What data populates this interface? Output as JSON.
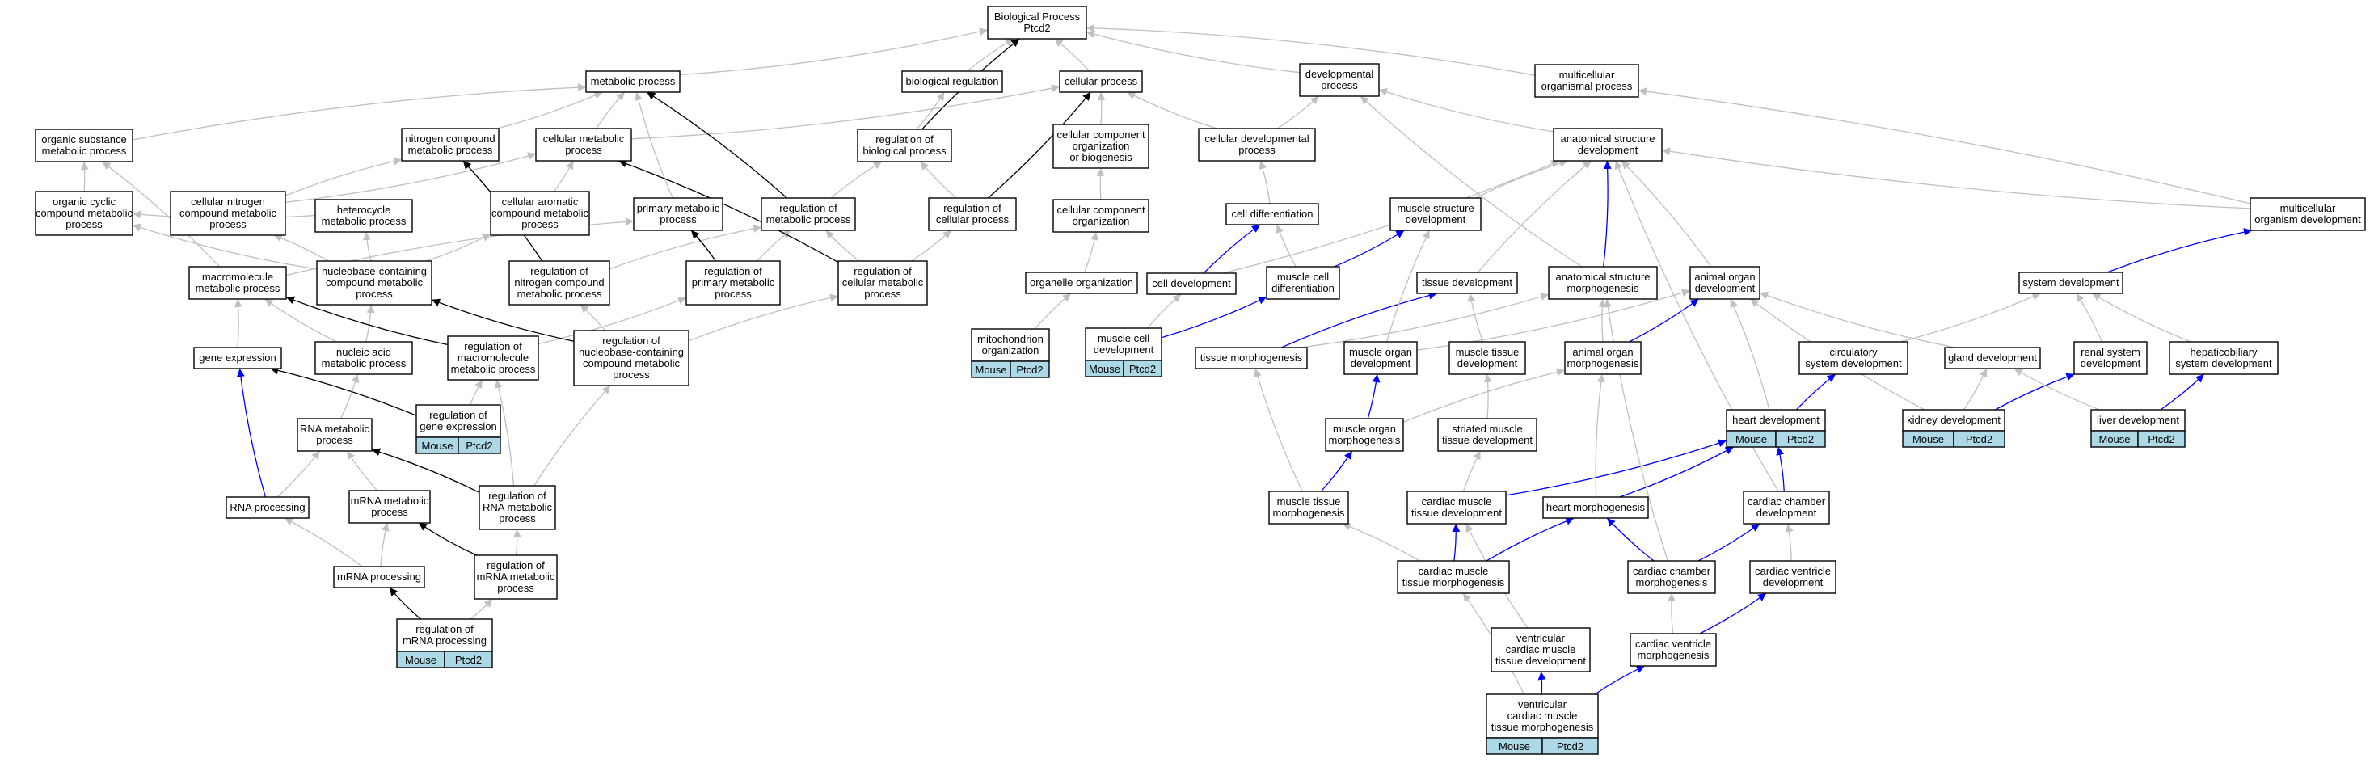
{
  "colors": {
    "is_a": "#c0c0c0",
    "regulates": "#000000",
    "part_of": "#0000ff",
    "annotation_fill": "#add8e6"
  },
  "nodes": [
    {
      "id": "bp",
      "lines": [
        "Biological Process",
        "Ptcd2"
      ]
    },
    {
      "id": "metabolic",
      "lines": [
        "metabolic process"
      ]
    },
    {
      "id": "bioreg",
      "lines": [
        "biological regulation"
      ]
    },
    {
      "id": "cellproc",
      "lines": [
        "cellular process"
      ]
    },
    {
      "id": "devproc",
      "lines": [
        "developmental",
        "process"
      ]
    },
    {
      "id": "multiproc",
      "lines": [
        "multicellular",
        "organismal process"
      ]
    },
    {
      "id": "orgsub",
      "lines": [
        "organic substance",
        "metabolic process"
      ]
    },
    {
      "id": "nitcomp",
      "lines": [
        "nitrogen compound",
        "metabolic process"
      ]
    },
    {
      "id": "cellmet",
      "lines": [
        "cellular metabolic",
        "process"
      ]
    },
    {
      "id": "regbio",
      "lines": [
        "regulation of",
        "biological process"
      ]
    },
    {
      "id": "ccorg",
      "lines": [
        "cellular component",
        "organization",
        "or biogenesis"
      ]
    },
    {
      "id": "celldevproc",
      "lines": [
        "cellular developmental",
        "process"
      ]
    },
    {
      "id": "anatdev",
      "lines": [
        "anatomical structure",
        "development"
      ]
    },
    {
      "id": "orgcyc",
      "lines": [
        "organic cyclic",
        "compound metabolic",
        "process"
      ]
    },
    {
      "id": "cellnit",
      "lines": [
        "cellular nitrogen",
        "compound metabolic",
        "process"
      ]
    },
    {
      "id": "hetero",
      "lines": [
        "heterocycle",
        "metabolic process"
      ]
    },
    {
      "id": "cellarom",
      "lines": [
        "cellular aromatic",
        "compound metabolic",
        "process"
      ]
    },
    {
      "id": "primmet",
      "lines": [
        "primary metabolic",
        "process"
      ]
    },
    {
      "id": "regmet",
      "lines": [
        "regulation of",
        "metabolic process"
      ]
    },
    {
      "id": "regcell",
      "lines": [
        "regulation of",
        "cellular process"
      ]
    },
    {
      "id": "ccorg2",
      "lines": [
        "cellular component",
        "organization"
      ]
    },
    {
      "id": "celldiff",
      "lines": [
        "cell differentiation"
      ]
    },
    {
      "id": "musstructdev",
      "lines": [
        "muscle structure",
        "development"
      ]
    },
    {
      "id": "multidev",
      "lines": [
        "multicellular",
        "organism development"
      ]
    },
    {
      "id": "macro",
      "lines": [
        "macromolecule",
        "metabolic process"
      ]
    },
    {
      "id": "nucbase",
      "lines": [
        "nucleobase-containing",
        "compound metabolic",
        "process"
      ]
    },
    {
      "id": "regnit",
      "lines": [
        "regulation of",
        "nitrogen compound",
        "metabolic process"
      ]
    },
    {
      "id": "regprim",
      "lines": [
        "regulation of",
        "primary metabolic",
        "process"
      ]
    },
    {
      "id": "regcellmet",
      "lines": [
        "regulation of",
        "cellular metabolic",
        "process"
      ]
    },
    {
      "id": "organelle",
      "lines": [
        "organelle organization"
      ]
    },
    {
      "id": "celldev",
      "lines": [
        "cell development"
      ]
    },
    {
      "id": "muscelldiff",
      "lines": [
        "muscle cell",
        "differentiation"
      ]
    },
    {
      "id": "tissuedev",
      "lines": [
        "tissue development"
      ]
    },
    {
      "id": "anatmorph",
      "lines": [
        "anatomical structure",
        "morphogenesis"
      ]
    },
    {
      "id": "animorgdev",
      "lines": [
        "animal organ",
        "development"
      ]
    },
    {
      "id": "sysdev",
      "lines": [
        "system development"
      ]
    },
    {
      "id": "geneexp",
      "lines": [
        "gene expression"
      ]
    },
    {
      "id": "nucacid",
      "lines": [
        "nucleic acid",
        "metabolic process"
      ]
    },
    {
      "id": "regmacro",
      "lines": [
        "regulation of",
        "macromolecule",
        "metabolic process"
      ]
    },
    {
      "id": "regnucbase",
      "lines": [
        "regulation of",
        "nucleobase-containing",
        "compound metabolic",
        "process"
      ]
    },
    {
      "id": "mito",
      "lines": [
        "mitochondrion",
        "organization"
      ],
      "tags": [
        "Mouse",
        "Ptcd2"
      ]
    },
    {
      "id": "muscelldev",
      "lines": [
        "muscle cell",
        "development"
      ],
      "tags": [
        "Mouse",
        "Ptcd2"
      ]
    },
    {
      "id": "tissuemorph",
      "lines": [
        "tissue morphogenesis"
      ]
    },
    {
      "id": "musorgdev",
      "lines": [
        "muscle organ",
        "development"
      ]
    },
    {
      "id": "mustissuedev",
      "lines": [
        "muscle tissue",
        "development"
      ]
    },
    {
      "id": "animorgmorph",
      "lines": [
        "animal organ",
        "morphogenesis"
      ]
    },
    {
      "id": "circsys",
      "lines": [
        "circulatory",
        "system development"
      ]
    },
    {
      "id": "glanddev",
      "lines": [
        "gland development"
      ]
    },
    {
      "id": "renal",
      "lines": [
        "renal system",
        "development"
      ]
    },
    {
      "id": "hepato",
      "lines": [
        "hepaticobiliary",
        "system development"
      ]
    },
    {
      "id": "reggene",
      "lines": [
        "regulation of",
        "gene expression"
      ],
      "tags": [
        "Mouse",
        "Ptcd2"
      ]
    },
    {
      "id": "rnamet",
      "lines": [
        "RNA metabolic",
        "process"
      ]
    },
    {
      "id": "musorgmorph",
      "lines": [
        "muscle organ",
        "morphogenesis"
      ]
    },
    {
      "id": "striated",
      "lines": [
        "striated muscle",
        "tissue development"
      ]
    },
    {
      "id": "heartdev",
      "lines": [
        "heart development"
      ],
      "tags": [
        "Mouse",
        "Ptcd2"
      ]
    },
    {
      "id": "kidney",
      "lines": [
        "kidney development"
      ],
      "tags": [
        "Mouse",
        "Ptcd2"
      ]
    },
    {
      "id": "liver",
      "lines": [
        "liver development"
      ],
      "tags": [
        "Mouse",
        "Ptcd2"
      ]
    },
    {
      "id": "rnaproc",
      "lines": [
        "RNA processing"
      ]
    },
    {
      "id": "mrnamet",
      "lines": [
        "mRNA metabolic",
        "process"
      ]
    },
    {
      "id": "regrna",
      "lines": [
        "regulation of",
        "RNA metabolic",
        "process"
      ]
    },
    {
      "id": "mustissuemorph",
      "lines": [
        "muscle tissue",
        "morphogenesis"
      ]
    },
    {
      "id": "cardmustissue",
      "lines": [
        "cardiac muscle",
        "tissue development"
      ]
    },
    {
      "id": "heartmorph",
      "lines": [
        "heart morphogenesis"
      ]
    },
    {
      "id": "cardchamdev",
      "lines": [
        "cardiac chamber",
        "development"
      ]
    },
    {
      "id": "mrnaproc",
      "lines": [
        "mRNA processing"
      ]
    },
    {
      "id": "regmrnamet",
      "lines": [
        "regulation of",
        "mRNA metabolic",
        "process"
      ]
    },
    {
      "id": "cardmusmorph",
      "lines": [
        "cardiac muscle",
        "tissue morphogenesis"
      ]
    },
    {
      "id": "cardchammorph",
      "lines": [
        "cardiac chamber",
        "morphogenesis"
      ]
    },
    {
      "id": "cardventdev",
      "lines": [
        "cardiac ventricle",
        "development"
      ]
    },
    {
      "id": "regmrnaproc",
      "lines": [
        "regulation of",
        "mRNA processing"
      ],
      "tags": [
        "Mouse",
        "Ptcd2"
      ]
    },
    {
      "id": "ventcardtissuedev",
      "lines": [
        "ventricular",
        "cardiac muscle",
        "tissue development"
      ]
    },
    {
      "id": "cardventmorph",
      "lines": [
        "cardiac ventricle",
        "morphogenesis"
      ]
    },
    {
      "id": "ventcardmorph",
      "lines": [
        "ventricular",
        "cardiac muscle",
        "tissue morphogenesis"
      ],
      "tags": [
        "Mouse",
        "Ptcd2"
      ]
    }
  ],
  "edges": [
    {
      "from": "metabolic",
      "to": "bp",
      "kind": "is_a"
    },
    {
      "from": "bioreg",
      "to": "bp",
      "kind": "is_a"
    },
    {
      "from": "cellproc",
      "to": "bp",
      "kind": "is_a"
    },
    {
      "from": "devproc",
      "to": "bp",
      "kind": "is_a"
    },
    {
      "from": "multiproc",
      "to": "bp",
      "kind": "is_a"
    },
    {
      "from": "regbio",
      "to": "bp",
      "kind": "regulates"
    },
    {
      "from": "regbio",
      "to": "bioreg",
      "kind": "is_a"
    },
    {
      "from": "orgsub",
      "to": "metabolic",
      "kind": "is_a"
    },
    {
      "from": "nitcomp",
      "to": "metabolic",
      "kind": "is_a"
    },
    {
      "from": "cellmet",
      "to": "metabolic",
      "kind": "is_a"
    },
    {
      "from": "cellmet",
      "to": "cellproc",
      "kind": "is_a"
    },
    {
      "from": "primmet",
      "to": "metabolic",
      "kind": "is_a"
    },
    {
      "from": "regmet",
      "to": "metabolic",
      "kind": "regulates"
    },
    {
      "from": "regmet",
      "to": "regbio",
      "kind": "is_a"
    },
    {
      "from": "regcell",
      "to": "cellproc",
      "kind": "regulates"
    },
    {
      "from": "regcell",
      "to": "regbio",
      "kind": "is_a"
    },
    {
      "from": "ccorg",
      "to": "cellproc",
      "kind": "is_a"
    },
    {
      "from": "celldevproc",
      "to": "cellproc",
      "kind": "is_a"
    },
    {
      "from": "celldevproc",
      "to": "devproc",
      "kind": "is_a"
    },
    {
      "from": "anatdev",
      "to": "devproc",
      "kind": "is_a"
    },
    {
      "from": "multidev",
      "to": "multiproc",
      "kind": "is_a"
    },
    {
      "from": "multidev",
      "to": "anatdev",
      "kind": "is_a"
    },
    {
      "from": "orgcyc",
      "to": "orgsub",
      "kind": "is_a"
    },
    {
      "from": "cellnit",
      "to": "nitcomp",
      "kind": "is_a"
    },
    {
      "from": "cellnit",
      "to": "cellmet",
      "kind": "is_a"
    },
    {
      "from": "hetero",
      "to": "orgcyc",
      "kind": "is_a"
    },
    {
      "from": "cellarom",
      "to": "cellmet",
      "kind": "is_a"
    },
    {
      "from": "ccorg2",
      "to": "ccorg",
      "kind": "is_a"
    },
    {
      "from": "organelle",
      "to": "ccorg2",
      "kind": "is_a"
    },
    {
      "from": "mito",
      "to": "organelle",
      "kind": "is_a"
    },
    {
      "from": "celldiff",
      "to": "celldevproc",
      "kind": "is_a"
    },
    {
      "from": "celldev",
      "to": "celldiff",
      "kind": "part_of"
    },
    {
      "from": "celldev",
      "to": "anatdev",
      "kind": "is_a"
    },
    {
      "from": "muscelldiff",
      "to": "celldiff",
      "kind": "is_a"
    },
    {
      "from": "muscelldiff",
      "to": "musstructdev",
      "kind": "part_of"
    },
    {
      "from": "muscelldev",
      "to": "celldev",
      "kind": "is_a"
    },
    {
      "from": "muscelldev",
      "to": "muscelldiff",
      "kind": "part_of"
    },
    {
      "from": "musstructdev",
      "to": "anatdev",
      "kind": "is_a"
    },
    {
      "from": "macro",
      "to": "orgsub",
      "kind": "is_a"
    },
    {
      "from": "macro",
      "to": "primmet",
      "kind": "is_a"
    },
    {
      "from": "nucbase",
      "to": "cellnit",
      "kind": "is_a"
    },
    {
      "from": "nucbase",
      "to": "hetero",
      "kind": "is_a"
    },
    {
      "from": "nucbase",
      "to": "cellarom",
      "kind": "is_a"
    },
    {
      "from": "nucbase",
      "to": "orgcyc",
      "kind": "is_a"
    },
    {
      "from": "regnit",
      "to": "nitcomp",
      "kind": "regulates"
    },
    {
      "from": "regnit",
      "to": "regmet",
      "kind": "is_a"
    },
    {
      "from": "regprim",
      "to": "primmet",
      "kind": "regulates"
    },
    {
      "from": "regprim",
      "to": "regmet",
      "kind": "is_a"
    },
    {
      "from": "regcellmet",
      "to": "cellmet",
      "kind": "regulates"
    },
    {
      "from": "regcellmet",
      "to": "regmet",
      "kind": "is_a"
    },
    {
      "from": "regcellmet",
      "to": "regcell",
      "kind": "is_a"
    },
    {
      "from": "tissuedev",
      "to": "anatdev",
      "kind": "is_a"
    },
    {
      "from": "anatmorph",
      "to": "anatdev",
      "kind": "part_of"
    },
    {
      "from": "anatmorph",
      "to": "devproc",
      "kind": "is_a"
    },
    {
      "from": "animorgdev",
      "to": "anatdev",
      "kind": "is_a"
    },
    {
      "from": "sysdev",
      "to": "multidev",
      "kind": "part_of"
    },
    {
      "from": "geneexp",
      "to": "macro",
      "kind": "is_a"
    },
    {
      "from": "nucacid",
      "to": "macro",
      "kind": "is_a"
    },
    {
      "from": "nucacid",
      "to": "nucbase",
      "kind": "is_a"
    },
    {
      "from": "regmacro",
      "to": "macro",
      "kind": "regulates"
    },
    {
      "from": "regmacro",
      "to": "regprim",
      "kind": "is_a"
    },
    {
      "from": "regnucbase",
      "to": "nucbase",
      "kind": "regulates"
    },
    {
      "from": "regnucbase",
      "to": "regnit",
      "kind": "is_a"
    },
    {
      "from": "regnucbase",
      "to": "regcellmet",
      "kind": "is_a"
    },
    {
      "from": "reggene",
      "to": "geneexp",
      "kind": "regulates"
    },
    {
      "from": "reggene",
      "to": "regmacro",
      "kind": "is_a"
    },
    {
      "from": "rnamet",
      "to": "nucacid",
      "kind": "is_a"
    },
    {
      "from": "rnaproc",
      "to": "geneexp",
      "kind": "part_of"
    },
    {
      "from": "rnaproc",
      "to": "rnamet",
      "kind": "is_a"
    },
    {
      "from": "mrnamet",
      "to": "rnamet",
      "kind": "is_a"
    },
    {
      "from": "regrna",
      "to": "rnamet",
      "kind": "regulates"
    },
    {
      "from": "regrna",
      "to": "regnucbase",
      "kind": "is_a"
    },
    {
      "from": "regrna",
      "to": "regmacro",
      "kind": "is_a"
    },
    {
      "from": "mrnaproc",
      "to": "mrnamet",
      "kind": "is_a"
    },
    {
      "from": "mrnaproc",
      "to": "rnaproc",
      "kind": "is_a"
    },
    {
      "from": "regmrnamet",
      "to": "mrnamet",
      "kind": "regulates"
    },
    {
      "from": "regmrnamet",
      "to": "regrna",
      "kind": "is_a"
    },
    {
      "from": "regmrnaproc",
      "to": "mrnaproc",
      "kind": "regulates"
    },
    {
      "from": "regmrnaproc",
      "to": "regmrnamet",
      "kind": "is_a"
    },
    {
      "from": "tissuemorph",
      "to": "tissuedev",
      "kind": "part_of"
    },
    {
      "from": "tissuemorph",
      "to": "anatmorph",
      "kind": "is_a"
    },
    {
      "from": "musorgdev",
      "to": "musstructdev",
      "kind": "is_a"
    },
    {
      "from": "musorgdev",
      "to": "animorgdev",
      "kind": "is_a"
    },
    {
      "from": "mustissuedev",
      "to": "tissuedev",
      "kind": "is_a"
    },
    {
      "from": "animorgmorph",
      "to": "animorgdev",
      "kind": "part_of"
    },
    {
      "from": "animorgmorph",
      "to": "anatmorph",
      "kind": "is_a"
    },
    {
      "from": "circsys",
      "to": "sysdev",
      "kind": "is_a"
    },
    {
      "from": "glanddev",
      "to": "animorgdev",
      "kind": "is_a"
    },
    {
      "from": "renal",
      "to": "sysdev",
      "kind": "is_a"
    },
    {
      "from": "hepato",
      "to": "sysdev",
      "kind": "is_a"
    },
    {
      "from": "musorgmorph",
      "to": "musorgdev",
      "kind": "part_of"
    },
    {
      "from": "musorgmorph",
      "to": "animorgmorph",
      "kind": "is_a"
    },
    {
      "from": "striated",
      "to": "mustissuedev",
      "kind": "is_a"
    },
    {
      "from": "heartdev",
      "to": "circsys",
      "kind": "part_of"
    },
    {
      "from": "heartdev",
      "to": "animorgdev",
      "kind": "is_a"
    },
    {
      "from": "kidney",
      "to": "renal",
      "kind": "part_of"
    },
    {
      "from": "kidney",
      "to": "glanddev",
      "kind": "is_a"
    },
    {
      "from": "kidney",
      "to": "animorgdev",
      "kind": "is_a"
    },
    {
      "from": "liver",
      "to": "hepato",
      "kind": "part_of"
    },
    {
      "from": "liver",
      "to": "glanddev",
      "kind": "is_a"
    },
    {
      "from": "mustissuemorph",
      "to": "musorgmorph",
      "kind": "part_of"
    },
    {
      "from": "mustissuemorph",
      "to": "tissuemorph",
      "kind": "is_a"
    },
    {
      "from": "cardmustissue",
      "to": "heartdev",
      "kind": "part_of"
    },
    {
      "from": "cardmustissue",
      "to": "striated",
      "kind": "is_a"
    },
    {
      "from": "heartmorph",
      "to": "heartdev",
      "kind": "part_of"
    },
    {
      "from": "heartmorph",
      "to": "animorgmorph",
      "kind": "is_a"
    },
    {
      "from": "cardchamdev",
      "to": "heartdev",
      "kind": "part_of"
    },
    {
      "from": "cardchamdev",
      "to": "anatdev",
      "kind": "is_a"
    },
    {
      "from": "cardmusmorph",
      "to": "cardmustissue",
      "kind": "part_of"
    },
    {
      "from": "cardmusmorph",
      "to": "heartmorph",
      "kind": "part_of"
    },
    {
      "from": "cardmusmorph",
      "to": "mustissuemorph",
      "kind": "is_a"
    },
    {
      "from": "cardchammorph",
      "to": "heartmorph",
      "kind": "part_of"
    },
    {
      "from": "cardchammorph",
      "to": "cardchamdev",
      "kind": "part_of"
    },
    {
      "from": "cardchammorph",
      "to": "anatmorph",
      "kind": "is_a"
    },
    {
      "from": "cardventdev",
      "to": "cardchamdev",
      "kind": "is_a"
    },
    {
      "from": "ventcardtissuedev",
      "to": "cardmustissue",
      "kind": "is_a"
    },
    {
      "from": "cardventmorph",
      "to": "cardventdev",
      "kind": "part_of"
    },
    {
      "from": "cardventmorph",
      "to": "cardchammorph",
      "kind": "is_a"
    },
    {
      "from": "ventcardmorph",
      "to": "ventcardtissuedev",
      "kind": "part_of"
    },
    {
      "from": "ventcardmorph",
      "to": "cardventmorph",
      "kind": "part_of"
    },
    {
      "from": "ventcardmorph",
      "to": "cardmusmorph",
      "kind": "is_a"
    }
  ]
}
